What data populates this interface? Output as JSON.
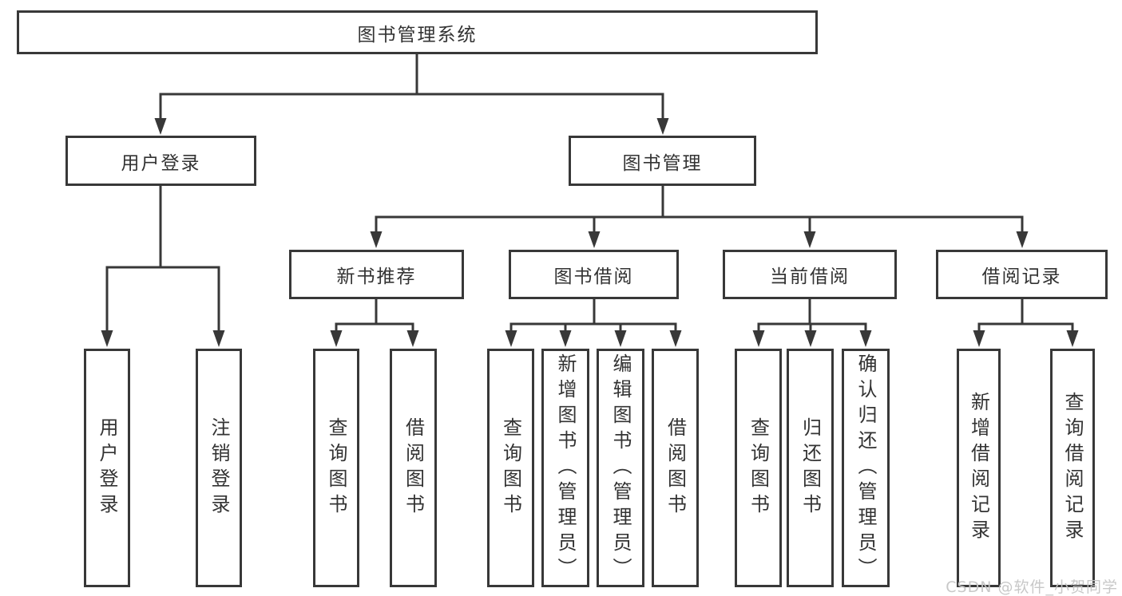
{
  "diagram_title": "图书管理系统",
  "colors": {
    "box_border": "#383838",
    "connector_line": "#383838",
    "text": "#333333",
    "background": "#ffffff",
    "watermark": "#c5c5c5"
  },
  "nodes": {
    "root": "图书管理系统",
    "user_login": "用户登录",
    "book_mgmt": "图书管理",
    "new_book_rec": "新书推荐",
    "book_borrow": "图书借阅",
    "current_borrow": "当前借阅",
    "borrow_records": "借阅记录",
    "leaf_user_login": "用户登录",
    "leaf_logout": "注销登录",
    "leaf_query_book_rec": "查询图书",
    "leaf_borrow_book_rec": "借阅图书",
    "leaf_query_book_borrow": "查询图书",
    "leaf_add_book": "新增图书（管理员）",
    "leaf_edit_book": "编辑图书（管理员）",
    "leaf_borrow_book_borrow": "借阅图书",
    "leaf_query_book_current": "查询图书",
    "leaf_return_book": "归还图书",
    "leaf_confirm_return": "确认归还（管理员）",
    "leaf_add_record": "新增借阅记录",
    "leaf_query_record": "查询借阅记录"
  },
  "hierarchy": {
    "图书管理系统": [
      "用户登录",
      "图书管理"
    ],
    "用户登录": [
      "用户登录",
      "注销登录"
    ],
    "图书管理": [
      "新书推荐",
      "图书借阅",
      "当前借阅",
      "借阅记录"
    ],
    "新书推荐": [
      "查询图书",
      "借阅图书"
    ],
    "图书借阅": [
      "查询图书",
      "新增图书（管理员）",
      "编辑图书（管理员）",
      "借阅图书"
    ],
    "当前借阅": [
      "查询图书",
      "归还图书",
      "确认归还（管理员）"
    ],
    "借阅记录": [
      "新增借阅记录",
      "查询借阅记录"
    ]
  },
  "watermark": "CSDN @软件_小贺同学"
}
